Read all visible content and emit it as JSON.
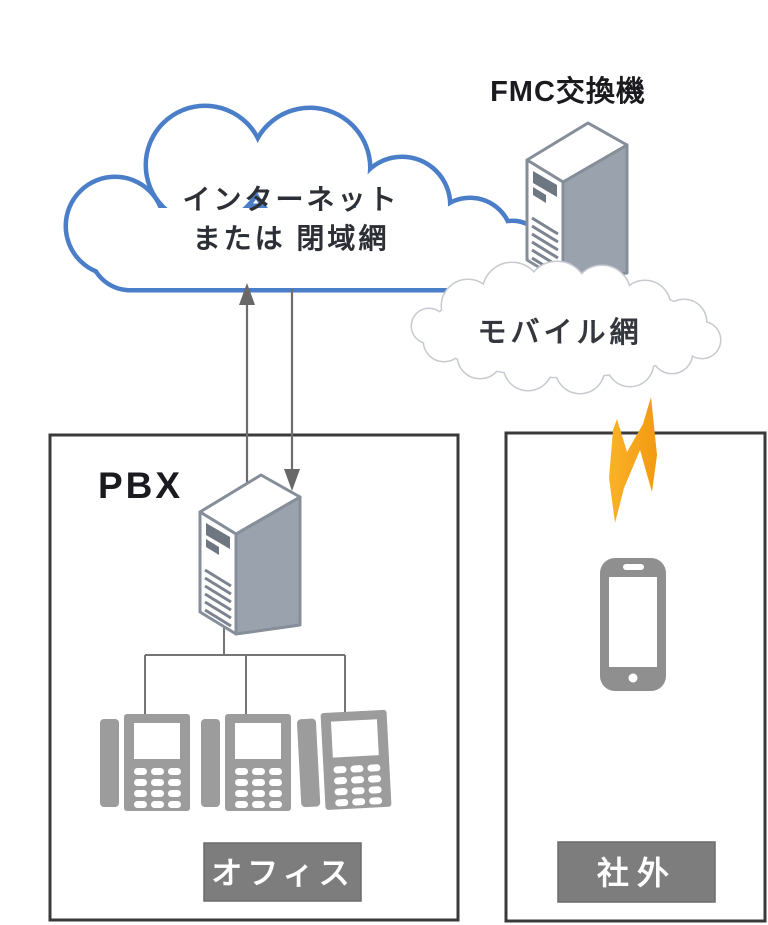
{
  "diagram": {
    "fmc_label": "FMC交換機",
    "internet_cloud": {
      "line1": "インターネット",
      "line2": "または 閉域網"
    },
    "mobile_cloud_label": "モバイル網",
    "pbx_label": "PBX",
    "office_label": "オフィス",
    "outside_label": "社外"
  },
  "icons": {
    "fmc_server": "server-tower-icon",
    "pbx_server": "server-tower-icon",
    "desk_phone": "desk-phone-icon",
    "smartphone": "smartphone-icon",
    "wireless_link": "lightning-bolt-icon",
    "uplink": "arrow-up-icon",
    "downlink": "arrow-down-icon"
  },
  "colors": {
    "internet_cloud_stroke": "#4b7ec8",
    "mobile_cloud_stroke": "#c7cbd0",
    "server_side": "#9aa2ad",
    "server_outline": "#858e99",
    "server_detail": "#6e7682",
    "phone_gray": "#9c9c9c",
    "smartphone_gray": "#8f8f8f",
    "label_background": "#7d7d7d",
    "box_border": "#3a3a3a",
    "connector_gray": "#6e6e6e",
    "lightning_orange": "#f6a31b",
    "text_dark": "#1b1b1f"
  }
}
